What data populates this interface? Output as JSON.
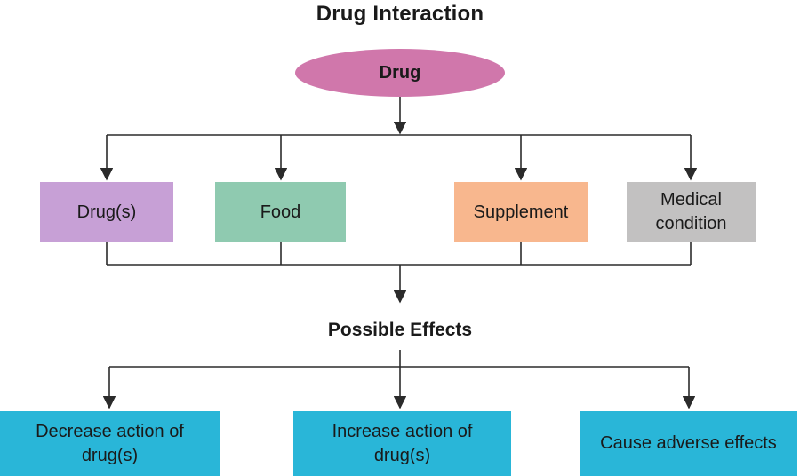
{
  "title": "Drug Interaction",
  "root_label": "Drug",
  "section_label": "Possible Effects",
  "sources": [
    {
      "label": "Drug(s)",
      "color": "#c7a0d6"
    },
    {
      "label": "Food",
      "color": "#8fcab0"
    },
    {
      "label": "Supplement",
      "color": "#f8b78e"
    },
    {
      "label": "Medical condition",
      "color": "#c2c1c1"
    }
  ],
  "effects": [
    {
      "label": "Decrease action of drug(s)"
    },
    {
      "label": "Increase action of drug(s)"
    },
    {
      "label": "Cause adverse effects"
    }
  ],
  "colors": {
    "ellipse": "#d077ab",
    "effect_box": "#29b6d8",
    "line": "#2b2b2b",
    "text": "#1a1a1a"
  }
}
